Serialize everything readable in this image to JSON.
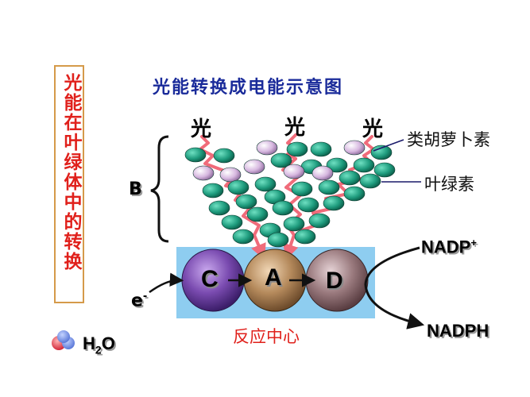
{
  "vertical_title": "光能在叶绿体中的转换",
  "title": "光能转换成电能示意图",
  "light_labels": [
    "光",
    "光",
    "光"
  ],
  "labels": {
    "carotenoid": "类胡萝卜素",
    "chlorophyll": "叶绿素",
    "pigment_group": "B",
    "electron": "e",
    "electron_sup": "-",
    "reaction_center": "反应中心",
    "nadp_plus": "NADP",
    "nadp_plus_sup": "+",
    "nadph": "NADPH",
    "water_h": "H",
    "water_sub": "2",
    "water_o": "O"
  },
  "molecules": {
    "C": "C",
    "A": "A",
    "D": "D"
  },
  "colors": {
    "title": "#1a2b9a",
    "vertical_title": "#e0201b",
    "box_border": "#d59a4a",
    "chlorophyll": "#1f9c7e",
    "carotenoid": "#d7b8e0",
    "arrow_red": "#f06b7a",
    "reaction_panel": "#8ecdf0",
    "molecule_c": "#7a4bb0",
    "molecule_a": "#b58a5c",
    "molecule_d": "#9a7a7e"
  }
}
